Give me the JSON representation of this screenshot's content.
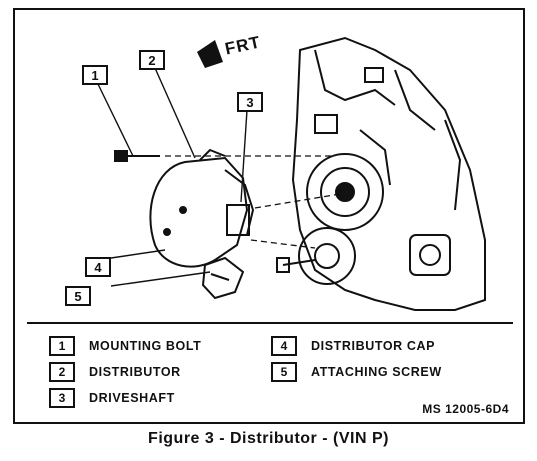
{
  "direction_label": "FRT",
  "callouts": [
    "1",
    "2",
    "3",
    "4",
    "5"
  ],
  "legend": [
    {
      "num": "1",
      "text": "MOUNTING BOLT"
    },
    {
      "num": "2",
      "text": "DISTRIBUTOR"
    },
    {
      "num": "3",
      "text": "DRIVESHAFT"
    },
    {
      "num": "4",
      "text": "DISTRIBUTOR CAP"
    },
    {
      "num": "5",
      "text": "ATTACHING SCREW"
    }
  ],
  "reference_code": "MS 12005-6D4",
  "caption": "Figure 3 - Distributor - (VIN P)"
}
